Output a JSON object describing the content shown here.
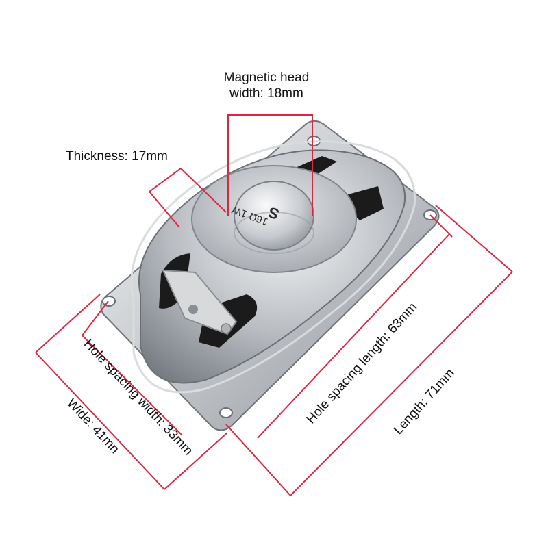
{
  "labels": {
    "magnetic_head_line1": "Magnetic head",
    "magnetic_head_line2": "width: 18mm",
    "thickness": "Thickness: 17mm",
    "hole_spacing_length": "Hole spacing length: 63mm",
    "length": "Length: 71mm",
    "hole_spacing_width": "Hole spacing width: 33mm",
    "wide": "Wide: 41mn"
  },
  "magnet_marking": {
    "line1": "S",
    "line2": "16Ω 1W"
  },
  "colors": {
    "dimension_line": "#e0263f",
    "metal_light": "#e6e8ea",
    "metal_mid": "#b9bdc2",
    "metal_dark": "#7c8188",
    "opening": "#1b1b1b"
  }
}
